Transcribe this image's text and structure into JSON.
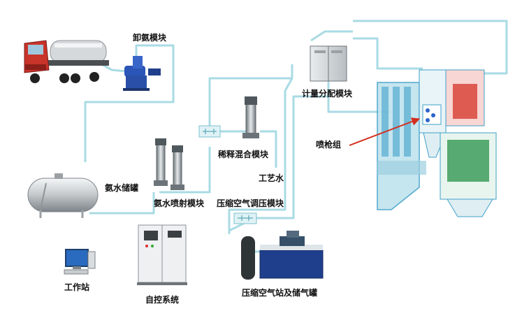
{
  "labels": {
    "unload_module": "卸氨模块",
    "ammonia_tank": "氨水储罐",
    "injection_module": "氨水喷射模块",
    "dilution_module": "稀释混合模块",
    "process_water": "工艺水",
    "air_regulating_module": "压缩空气调压模块",
    "metering_module": "计量分配模块",
    "lance_group": "喷枪组",
    "air_station": "压缩空气站及储气罐",
    "control_system": "自控系统",
    "workstation": "工作站"
  },
  "colors": {
    "pipe": "#a9dbe4",
    "pipe_dark": "#7cc0cc",
    "arrow": "#d32f1f",
    "truck_red": "#c8332a",
    "boiler_blue": "#3fa0c9",
    "boiler_green": "#3d9c5b",
    "boiler_red": "#d9453a"
  }
}
